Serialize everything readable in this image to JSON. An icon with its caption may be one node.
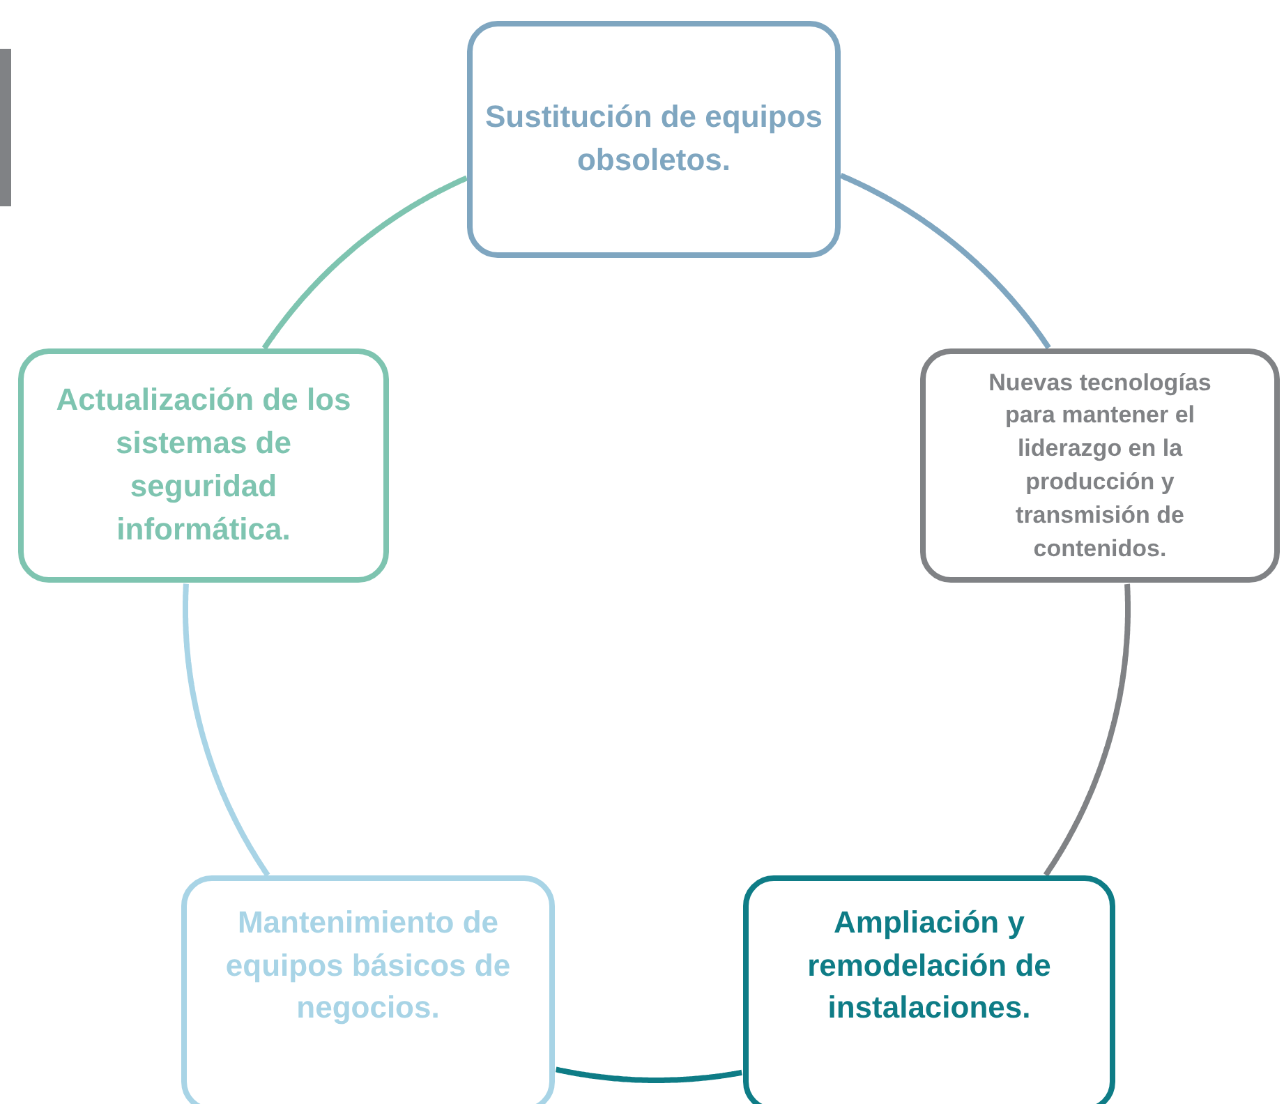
{
  "diagram": {
    "nodes": [
      {
        "text": [
          "Sustitución de equipos obsoletos."
        ]
      },
      {
        "text": [
          "Actualización de los sistemas de seguridad informática."
        ]
      },
      {
        "text": [
          "Nuevas tecnologías para mantener el liderazgo en la producción y transmisión de contenidos."
        ]
      },
      {
        "text": [
          "Mantenimiento de equipos básicos de negocios."
        ]
      },
      {
        "text": [
          "Ampliación y remodelación de instalaciones."
        ]
      }
    ],
    "edges": [
      {
        "from": 0,
        "to": 2,
        "arrow": "none",
        "color": "#7fa6c0"
      },
      {
        "from": 2,
        "to": 4,
        "arrow": "none",
        "color": "#808285"
      },
      {
        "from": 4,
        "to": 3,
        "arrow": "none",
        "color": "#0e7c86"
      },
      {
        "from": 3,
        "to": 1,
        "arrow": "none",
        "color": "#a8d4e6"
      },
      {
        "from": 1,
        "to": 0,
        "arrow": "none",
        "color": "#7ec4b0"
      }
    ]
  }
}
